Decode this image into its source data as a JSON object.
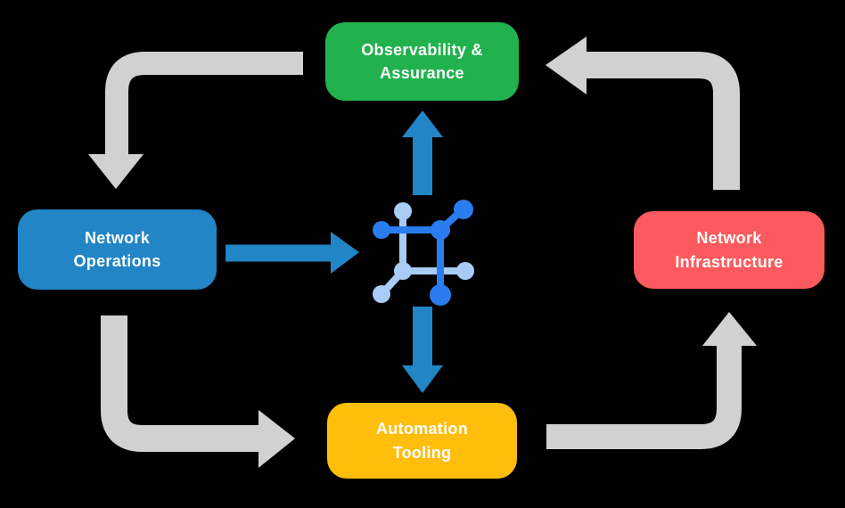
{
  "colors": {
    "background": "#000000",
    "cycle_arrow": "#D1D1D1",
    "hub_arrow": "#2185C6",
    "icon_primary": "#2A7DF0",
    "icon_secondary": "#A9CCF6",
    "node_text": "#FFFFFF"
  },
  "nodes": [
    {
      "id": "observability-assurance",
      "label": "Observability &\nAssurance",
      "color": "#21B14D"
    },
    {
      "id": "network-operations",
      "label": "Network\nOperations",
      "color": "#2185C6"
    },
    {
      "id": "network-infrastructure",
      "label": "Network\nInfrastructure",
      "color": "#FC5A5E"
    },
    {
      "id": "automation-tooling",
      "label": "Automation\nTooling",
      "color": "#FEBE0B"
    }
  ],
  "center": {
    "icon": "network-chip-icon"
  },
  "flows": [
    {
      "from": "Observability & Assurance",
      "to": "Network Operations",
      "style": "gray-cycle"
    },
    {
      "from": "Network Operations",
      "to": "Automation Tooling",
      "style": "gray-cycle"
    },
    {
      "from": "Automation Tooling",
      "to": "Network Infrastructure",
      "style": "gray-cycle"
    },
    {
      "from": "Network Infrastructure",
      "to": "Observability & Assurance",
      "style": "gray-cycle"
    },
    {
      "from": "Network Operations",
      "to": "center-icon",
      "style": "blue-hub"
    },
    {
      "from": "center-icon",
      "to": "Observability & Assurance",
      "style": "blue-hub"
    },
    {
      "from": "center-icon",
      "to": "Automation Tooling",
      "style": "blue-hub"
    }
  ]
}
